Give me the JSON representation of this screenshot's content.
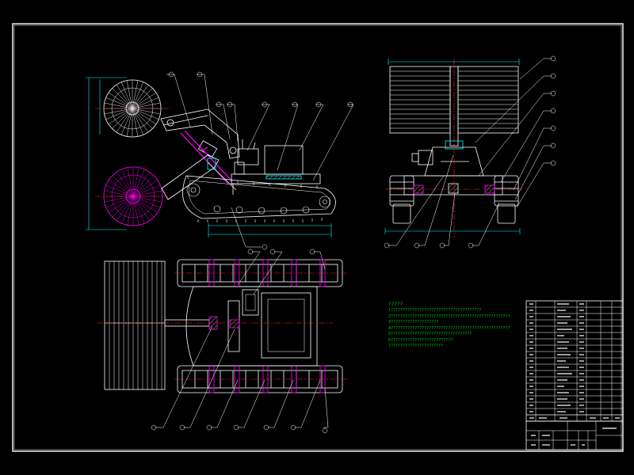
{
  "drawing": {
    "palette": {
      "background": "#000000",
      "frame": "#ffffff",
      "geometry": "#ffffff",
      "dimension": "#00ffff",
      "centerline": "#ff2020",
      "highlight": "#ff00ff",
      "leader": "#ffffff",
      "notes": "#00d000"
    },
    "notes": {
      "title": "?????",
      "lines": [
        "1??????????????????????????????????????",
        "2??????????????????????????????????????????????????",
        "3????????????????????",
        "4??????????????????????????????????????????????????",
        "5??????????????????????????????????",
        "6??????????????????????????",
        "7??????????????????????"
      ]
    }
  }
}
